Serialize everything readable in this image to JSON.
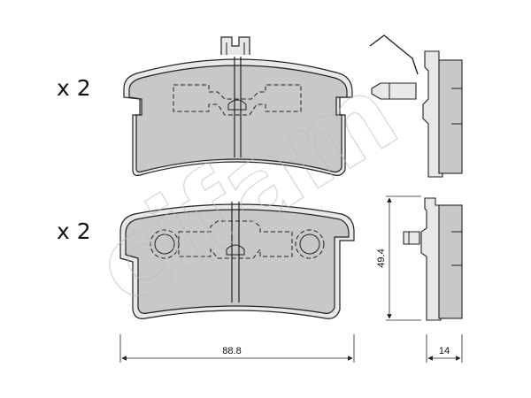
{
  "qty_top": "x 2",
  "qty_bottom": "x 2",
  "dimensions": {
    "width_value": "88.8",
    "height_value": "49.4",
    "thickness_value": "14"
  },
  "watermark_text": "cifam",
  "colors": {
    "pad_fill": "#c8c8c8",
    "backing_fill": "#e8e8e8",
    "outline": "#222222"
  }
}
